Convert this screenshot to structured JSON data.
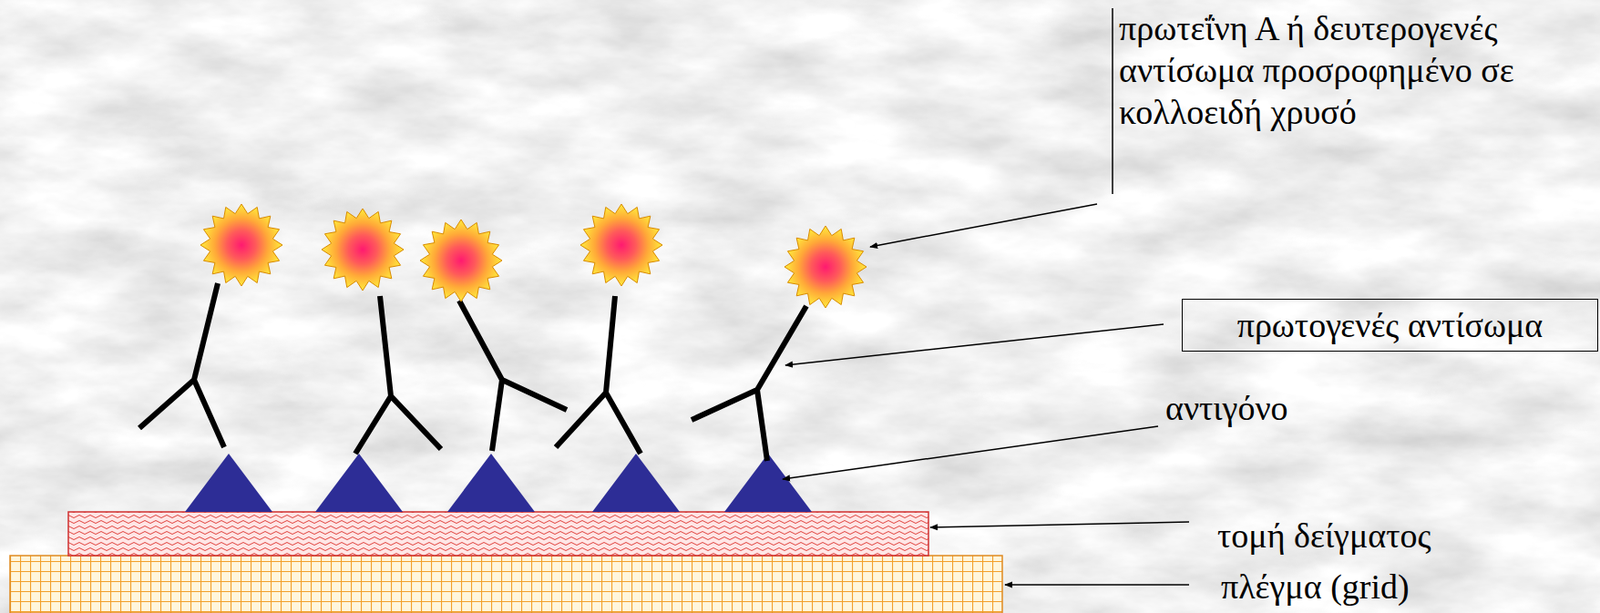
{
  "diagram": {
    "nodes": [
      {
        "text": [
          "πρωτογενές αντίσωμα"
        ]
      }
    ],
    "labels": [
      "πρωτεΐνη Α ή δευτερογενές αντίσωμα προσροφημένο σε κολλοειδή χρυσό",
      "αντιγόνο",
      "τομή δείγματος",
      "πλέγμα (grid)"
    ]
  }
}
